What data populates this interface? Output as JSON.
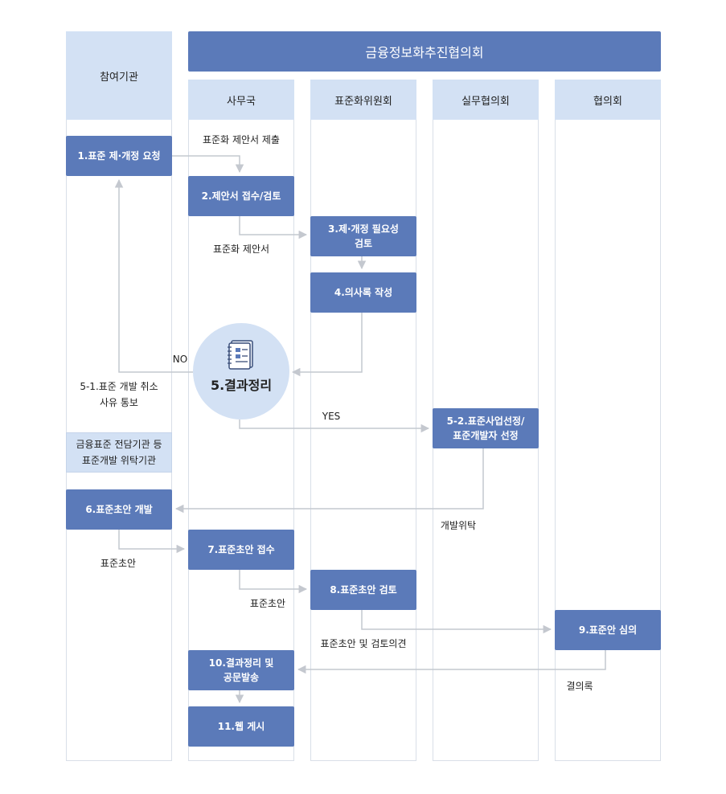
{
  "header": {
    "council_banner": "금융정보화추진협의회",
    "lane_participants": "참여기관",
    "lane_secretariat": "사무국",
    "lane_standardization_committee": "표준화위원회",
    "lane_working_council": "실무협의회",
    "lane_council": "협의회"
  },
  "steps": {
    "s1": "1.표준 제·개정 요청",
    "s2": "2.제안서 접수/검토",
    "s3": "3.제·개정 필요성\n검토",
    "s4": "4.의사록 작성",
    "s5": "5.결과정리",
    "s5_2": "5-2.표준사업선정/\n표준개발자 선정",
    "s6": "6.표준초안 개발",
    "s7": "7.표준초안 접수",
    "s8": "8.표준초안 검토",
    "s9": "9.표준안 심의",
    "s10": "10.결과정리 및\n공문발송",
    "s11": "11.웹 게시",
    "delegate": "금융표준 전담기관 등\n표준개발 위탁기관"
  },
  "labels": {
    "proposal_submit": "표준화 제안서 제출",
    "proposal": "표준화 제안서",
    "no": "NO",
    "yes": "YES",
    "cancel_notice": "5-1.표준 개발 취소\n사유 통보",
    "dev_delegation": "개발위탁",
    "draft_a": "표준초안",
    "draft_b": "표준초안",
    "draft_review": "표준초안 및 검토의견",
    "minutes": "결의록"
  },
  "colors": {
    "step_box": "#5b7ab9",
    "lane_header": "#d3e1f4",
    "arrow": "#c4c8cf"
  },
  "icons": {
    "result_icon": "document-notebook-icon"
  }
}
